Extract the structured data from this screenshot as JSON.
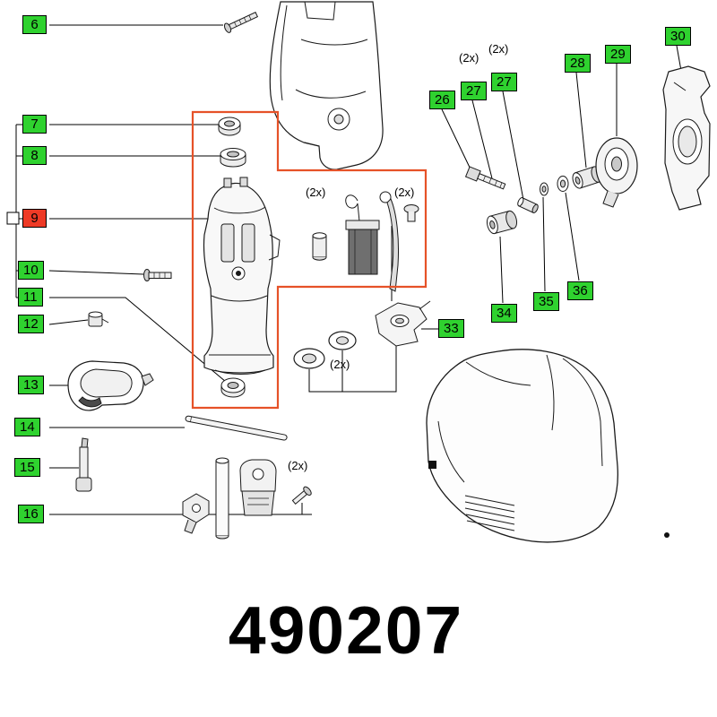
{
  "diagram": {
    "part_number": "490207",
    "colors": {
      "label_green": "#2fd22f",
      "label_red": "#ee3a26",
      "highlight": "#e65228",
      "line": "#000000"
    },
    "labels": [
      {
        "text": "6",
        "variant": "green"
      },
      {
        "text": "7",
        "variant": "green"
      },
      {
        "text": "8",
        "variant": "green"
      },
      {
        "text": "9",
        "variant": "red"
      },
      {
        "text": "10",
        "variant": "green"
      },
      {
        "text": "11",
        "variant": "green"
      },
      {
        "text": "12",
        "variant": "green"
      },
      {
        "text": "13",
        "variant": "green"
      },
      {
        "text": "14",
        "variant": "green"
      },
      {
        "text": "15",
        "variant": "green"
      },
      {
        "text": "16",
        "variant": "green"
      },
      {
        "text": "26",
        "variant": "green"
      },
      {
        "text": "27",
        "variant": "green"
      },
      {
        "text": "27",
        "variant": "green"
      },
      {
        "text": "28",
        "variant": "green"
      },
      {
        "text": "29",
        "variant": "green"
      },
      {
        "text": "30",
        "variant": "green"
      },
      {
        "text": "33",
        "variant": "green"
      },
      {
        "text": "34",
        "variant": "green"
      },
      {
        "text": "35",
        "variant": "green"
      },
      {
        "text": "36",
        "variant": "green"
      }
    ],
    "qty_markers": [
      {
        "text": "(2x)"
      },
      {
        "text": "(2x)"
      },
      {
        "text": "(2x)"
      },
      {
        "text": "(2x)"
      },
      {
        "text": "(2x)"
      },
      {
        "text": "(2x)"
      }
    ]
  }
}
